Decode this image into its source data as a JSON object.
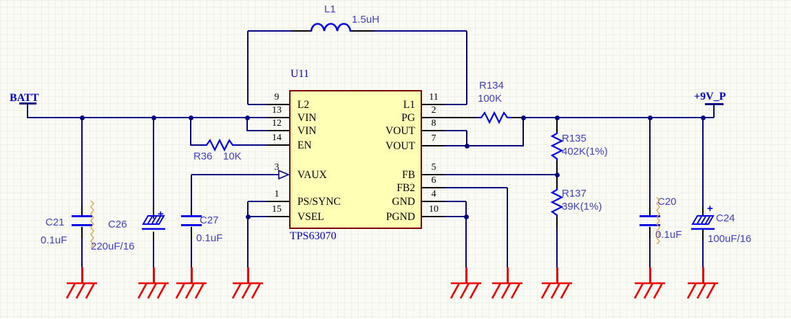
{
  "ports": {
    "input": "BATT",
    "output": "+9V_P"
  },
  "inductor": {
    "ref": "L1",
    "value": "1.5uH"
  },
  "ic": {
    "ref": "U11",
    "part": "TPS63070",
    "pins_left": [
      {
        "num": "9",
        "name": "L2"
      },
      {
        "num": "13",
        "name": "VIN"
      },
      {
        "num": "12",
        "name": "VIN"
      },
      {
        "num": "14",
        "name": "EN"
      },
      {
        "num": "3",
        "name": "VAUX"
      },
      {
        "num": "1",
        "name": "PS/SYNC"
      },
      {
        "num": "15",
        "name": "VSEL"
      }
    ],
    "pins_right": [
      {
        "num": "11",
        "name": "L1"
      },
      {
        "num": "2",
        "name": "PG"
      },
      {
        "num": "8",
        "name": "VOUT"
      },
      {
        "num": "7",
        "name": "VOUT"
      },
      {
        "num": "5",
        "name": "FB"
      },
      {
        "num": "6",
        "name": "FB2"
      },
      {
        "num": "4",
        "name": "GND"
      },
      {
        "num": "10",
        "name": "PGND"
      }
    ]
  },
  "resistors": [
    {
      "ref": "R36",
      "value": "10K"
    },
    {
      "ref": "R134",
      "value": "100K"
    },
    {
      "ref": "R135",
      "value": "402K(1%)"
    },
    {
      "ref": "R137",
      "value": "39K(1%)"
    }
  ],
  "capacitors": [
    {
      "ref": "C21",
      "value": "0.1uF"
    },
    {
      "ref": "C26",
      "value": "220uF/16",
      "polarity": "+"
    },
    {
      "ref": "C27",
      "value": "0.1uF"
    },
    {
      "ref": "C20",
      "value": "0.1uF"
    },
    {
      "ref": "C24",
      "value": "100uF/16",
      "polarity": "+"
    }
  ],
  "colors": {
    "wire": "#000080",
    "component": "#0000e8",
    "ground": "#f00000",
    "ic_fill": "#ffffb5",
    "ic_border": "#7c0505",
    "value_text": "#3f3fc3",
    "net_text": "#0000ce"
  }
}
